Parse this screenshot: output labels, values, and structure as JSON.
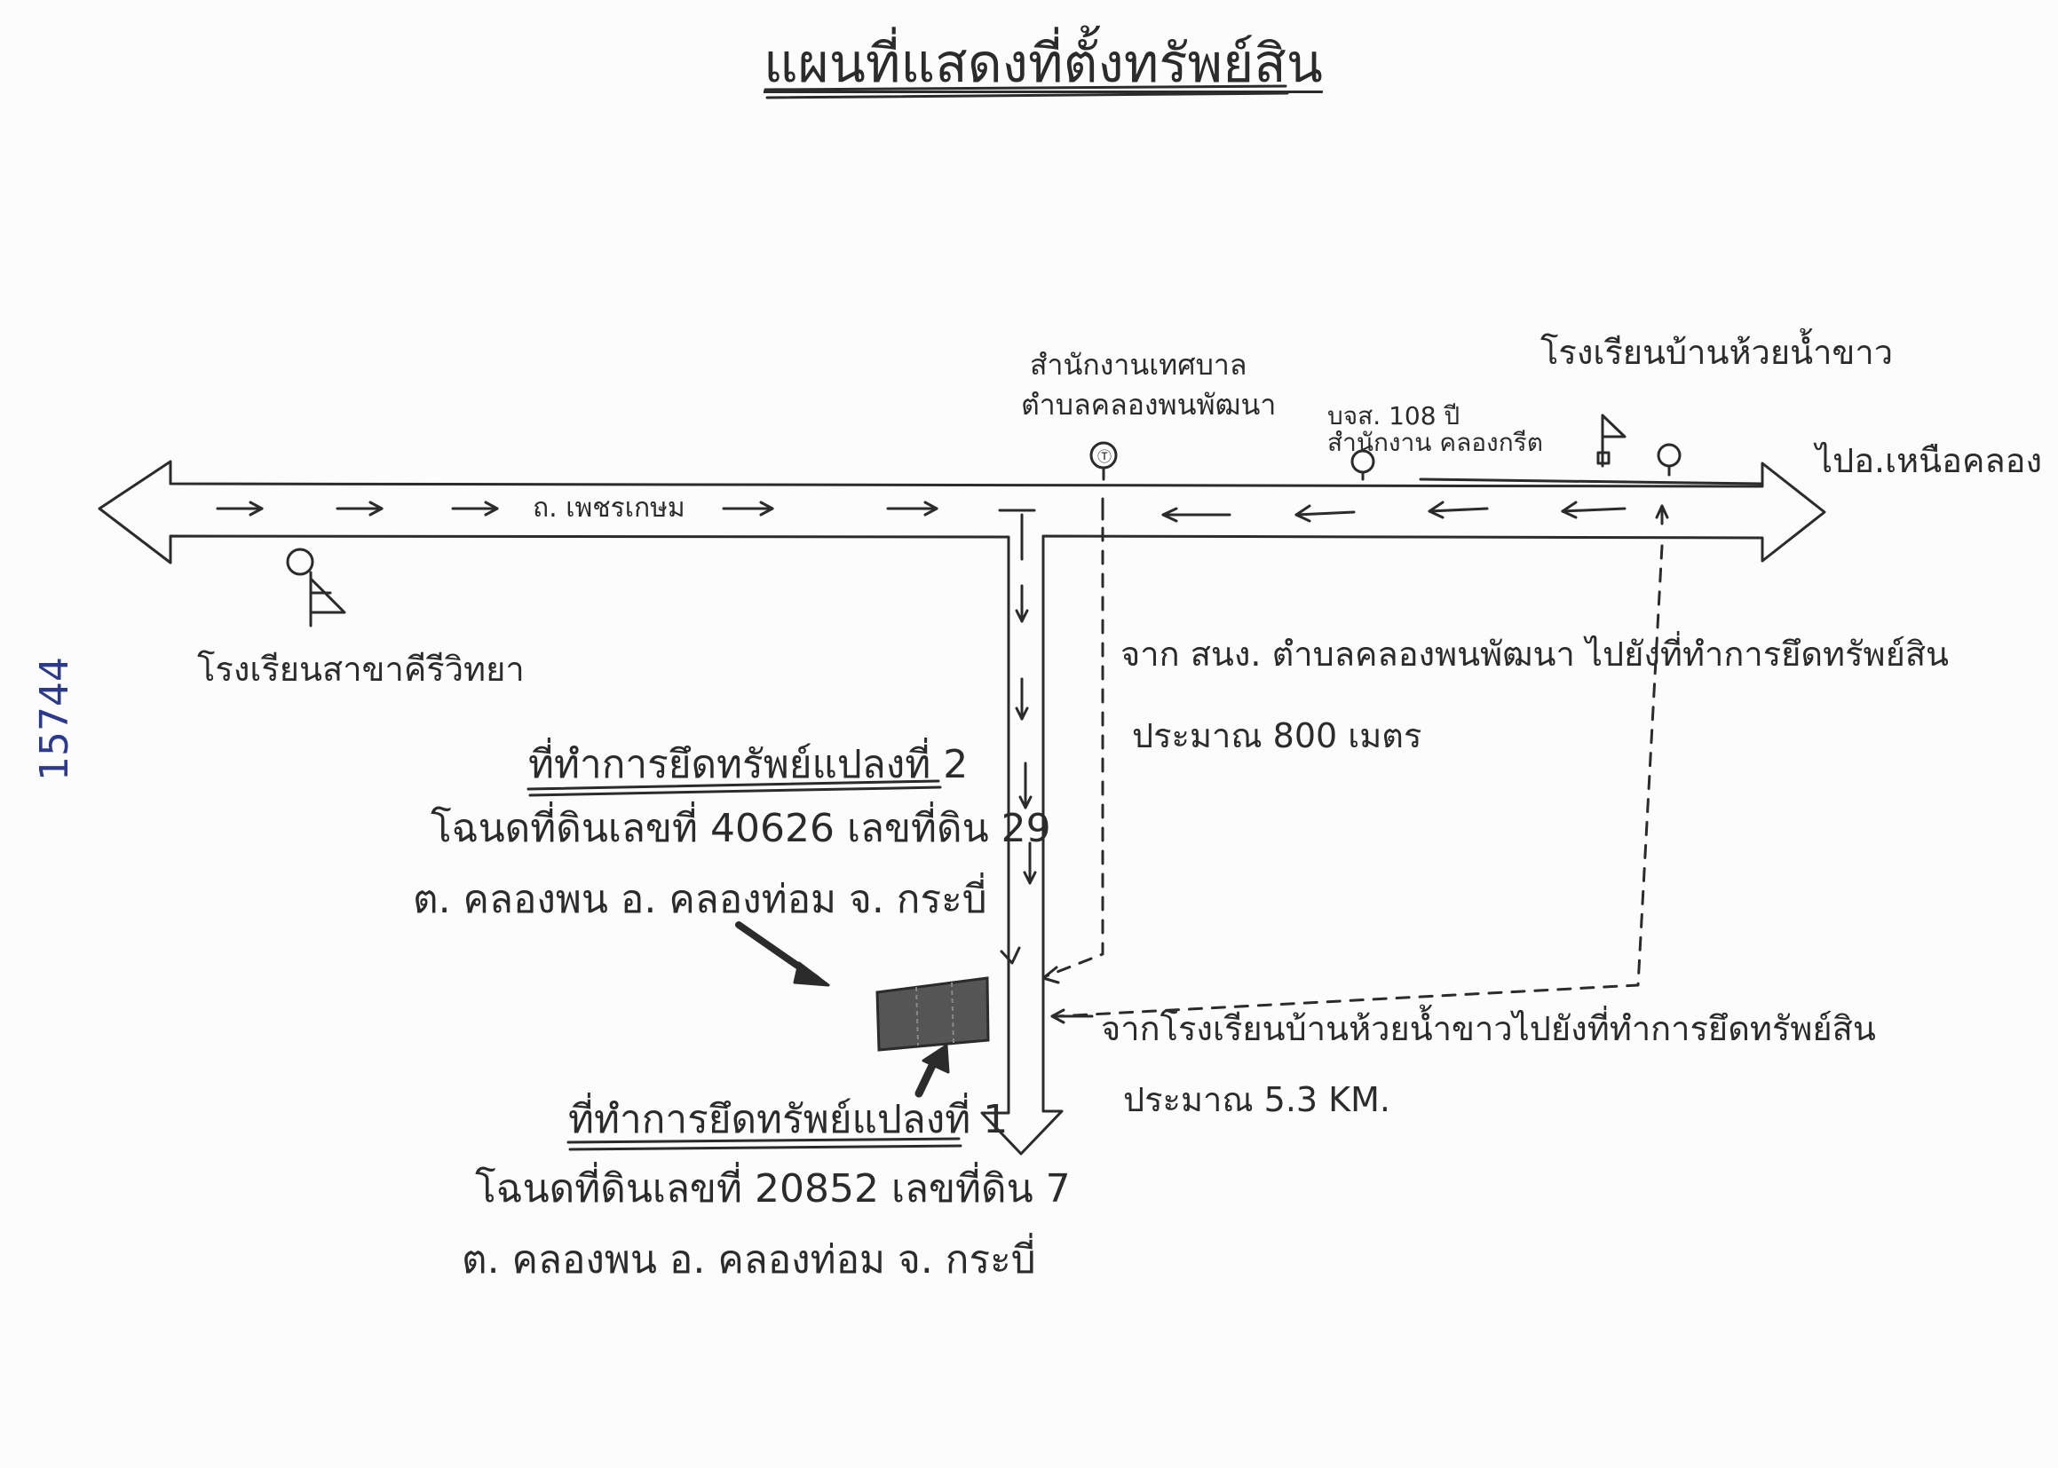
{
  "map": {
    "title": "แผนที่แสดงที่ตั้งทรัพย์สิน",
    "road_name": "ถ. เพชรเกษม",
    "direction_east": "ไปอ.เหนือคลอง",
    "landmarks": {
      "school_west": "โรงเรียนสาขาคีรีวิทยา",
      "municipal_office_line1": "สำนักงานเทศบาล",
      "municipal_office_line2": "ตำบลคลองพนพัฒนา",
      "health_center_line1": "บจส. 108 ปี",
      "health_center_line2": "สำนักงาน คลองกรีต",
      "school_east": "โรงเรียนบ้านห้วยน้ำขาว"
    },
    "distance_notes": {
      "from_office_line1": "จาก สนง. ตำบลคลองพนพัฒนา ไปยังที่ทำการยึดทรัพย์สิน",
      "from_office_line2": "ประมาณ 800 เมตร",
      "from_school_line1": "จากโรงเรียนบ้านห้วยน้ำขาวไปยังที่ทำการยึดทรัพย์สิน",
      "from_school_line2": "ประมาณ 5.3 KM."
    },
    "parcel_2": {
      "heading": "ที่ทำการยึดทรัพย์แปลงที่ 2",
      "line1": "โฉนดที่ดินเลขที่ 40626 เลขที่ดิน 29",
      "line2": "ต. คลองพน อ. คลองท่อม จ. กระบี่"
    },
    "parcel_1": {
      "heading": "ที่ทำการยึดทรัพย์แปลงที่ 1",
      "line1": "โฉนดที่ดินเลขที่ 20852 เลขที่ดิน 7",
      "line2": "ต. คลองพน อ. คลองท่อม จ. กระบี่"
    },
    "side_number": "15744"
  },
  "colors": {
    "ink": "#2b2b2b",
    "parcel_fill": "#555555",
    "side_ink": "#2b3a8f"
  }
}
